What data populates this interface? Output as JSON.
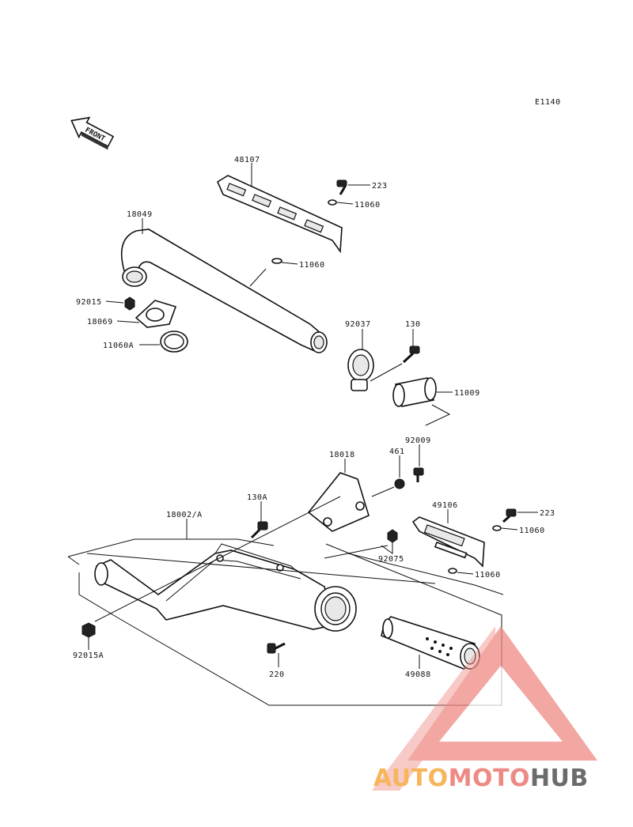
{
  "diagram_code": "E1140",
  "front_label": "FRONT",
  "callouts": [
    {
      "id": "c48107",
      "text": "48107"
    },
    {
      "id": "c223a",
      "text": "223"
    },
    {
      "id": "c11060a",
      "text": "11060"
    },
    {
      "id": "c18049",
      "text": "18049"
    },
    {
      "id": "c11060b",
      "text": "11060"
    },
    {
      "id": "c92015",
      "text": "92015"
    },
    {
      "id": "c18069",
      "text": "18069"
    },
    {
      "id": "c11060A",
      "text": "11060A"
    },
    {
      "id": "c92037",
      "text": "92037"
    },
    {
      "id": "c130",
      "text": "130"
    },
    {
      "id": "c11009",
      "text": "11009"
    },
    {
      "id": "c92009",
      "text": "92009"
    },
    {
      "id": "c18018",
      "text": "18018"
    },
    {
      "id": "c461",
      "text": "461"
    },
    {
      "id": "c130A",
      "text": "130A"
    },
    {
      "id": "c18002",
      "text": "18002/A"
    },
    {
      "id": "c49106",
      "text": "49106"
    },
    {
      "id": "c223b",
      "text": "223"
    },
    {
      "id": "c11060c",
      "text": "11060"
    },
    {
      "id": "c92075",
      "text": "92075"
    },
    {
      "id": "c11060d",
      "text": "11060"
    },
    {
      "id": "c92015A",
      "text": "92015A"
    },
    {
      "id": "c220",
      "text": "220"
    },
    {
      "id": "c49088",
      "text": "49088"
    }
  ],
  "watermark": {
    "part1": "AUTO",
    "part2": "MOTO",
    "part3": "HUB",
    "color1": "#f7b55c",
    "color2": "#ee8a84",
    "color3": "#6b6b6b"
  }
}
